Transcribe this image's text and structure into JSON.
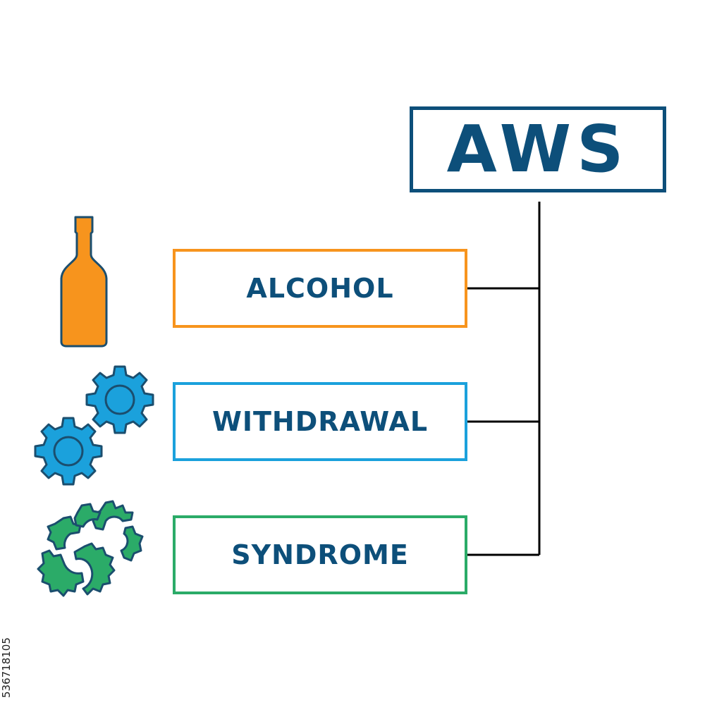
{
  "title": {
    "text": "AWS",
    "color": "#0d4f7a"
  },
  "terms": [
    {
      "label": "ALCOHOL",
      "border_color": "#f7941d",
      "icon": "liquor-bottle-icon"
    },
    {
      "label": "WITHDRAWAL",
      "border_color": "#1ba1dc",
      "icon": "gears-icon"
    },
    {
      "label": "SYNDROME",
      "border_color": "#2bab68",
      "icon": "broken-gears-icon"
    }
  ],
  "colors": {
    "text": "#0d4f7a",
    "connector": "#000000",
    "bottle": "#f7941d",
    "gears": "#1ba1dc",
    "broken_gears": "#2bab68"
  },
  "watermark": {
    "text": "536718105"
  }
}
